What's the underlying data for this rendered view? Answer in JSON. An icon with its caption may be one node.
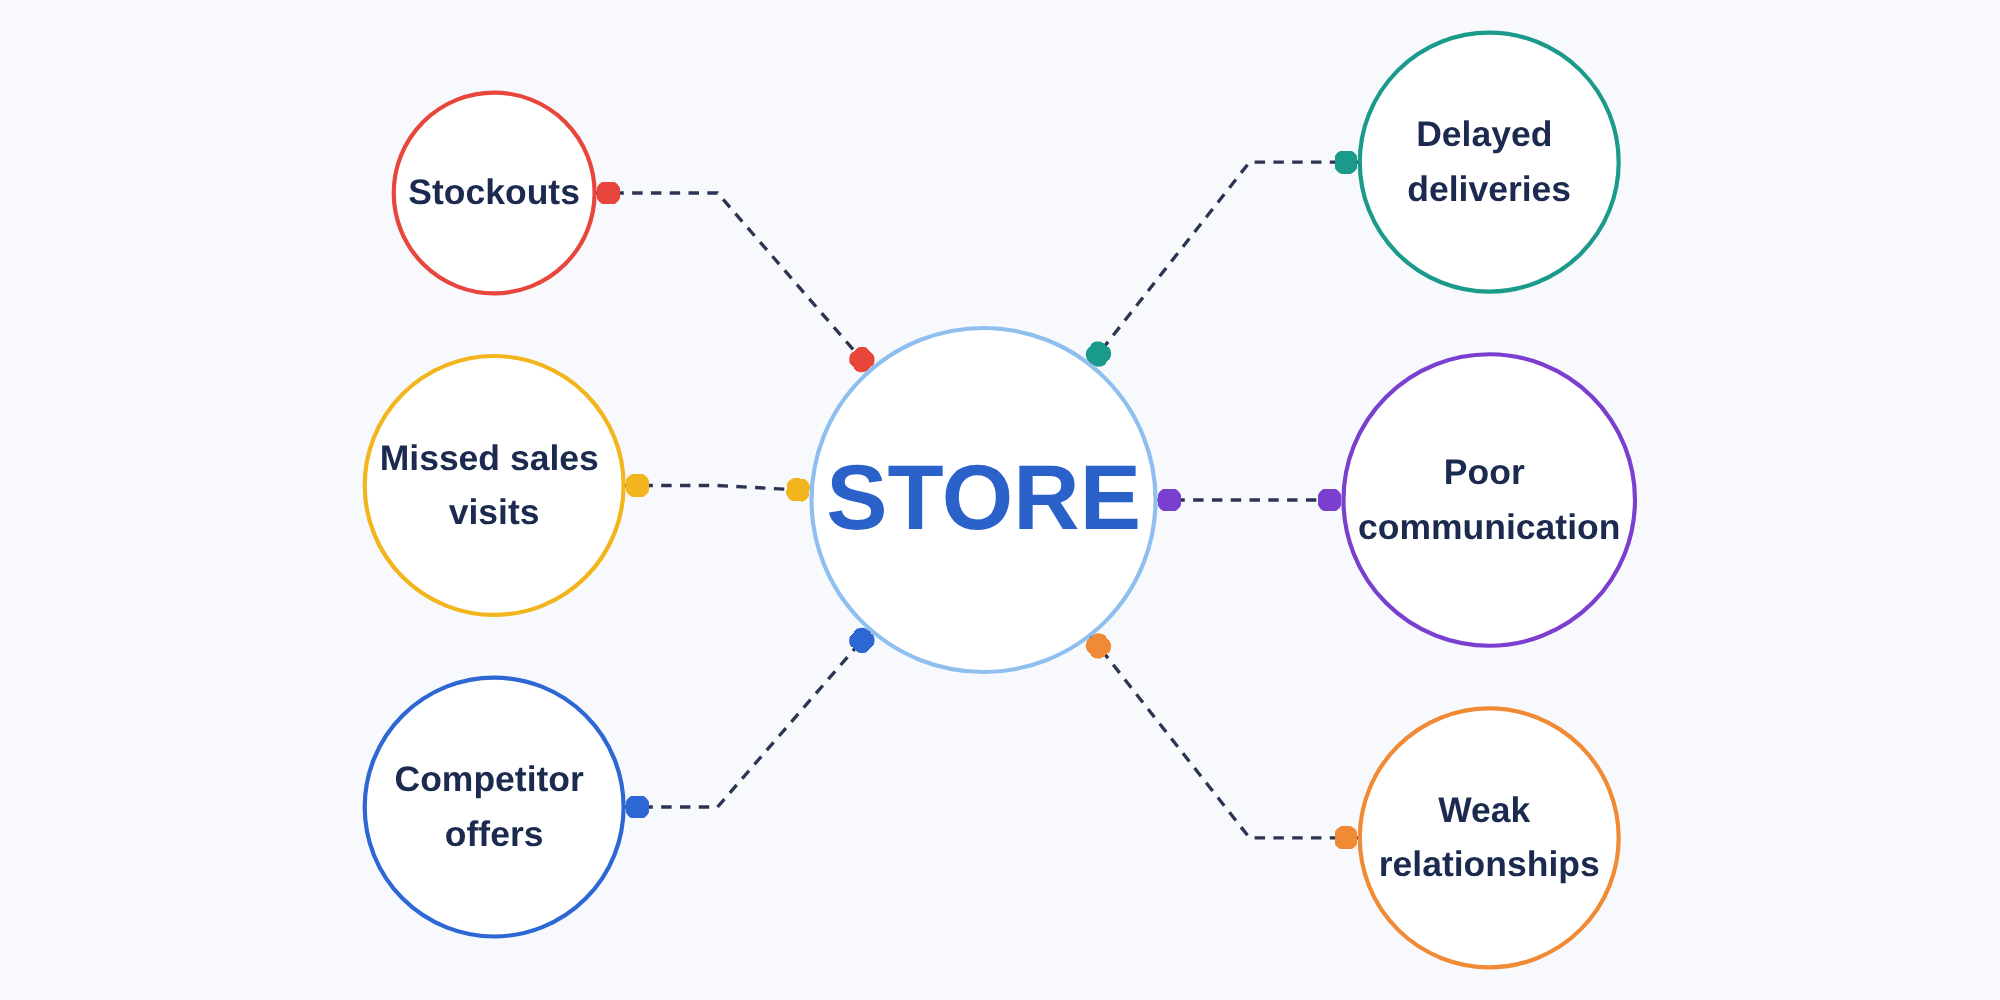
{
  "diagram": {
    "nodes": [
      {
        "text": [
          "Stockouts"
        ]
      },
      {
        "text": [
          "Delayed deliveries"
        ]
      },
      {
        "text": [
          "Missed sales visits"
        ]
      },
      {
        "text": [
          "STORE"
        ]
      },
      {
        "text": [
          "Poor communication"
        ]
      },
      {
        "text": [
          "Competitor offers"
        ]
      },
      {
        "text": [
          "Weak relationships"
        ]
      }
    ],
    "edges": [
      {
        "from": 0,
        "to": 3,
        "arrow": "other",
        "style": "dashed"
      },
      {
        "from": 3,
        "to": 1,
        "arrow": "other",
        "style": "dashed"
      },
      {
        "from": 2,
        "to": 3,
        "arrow": "other",
        "style": "dashed"
      },
      {
        "from": 3,
        "to": 4,
        "arrow": "other",
        "style": "dashed"
      },
      {
        "from": 5,
        "to": 3,
        "arrow": "other",
        "style": "dashed"
      },
      {
        "from": 3,
        "to": 6,
        "arrow": "other",
        "style": "dashed"
      }
    ]
  }
}
